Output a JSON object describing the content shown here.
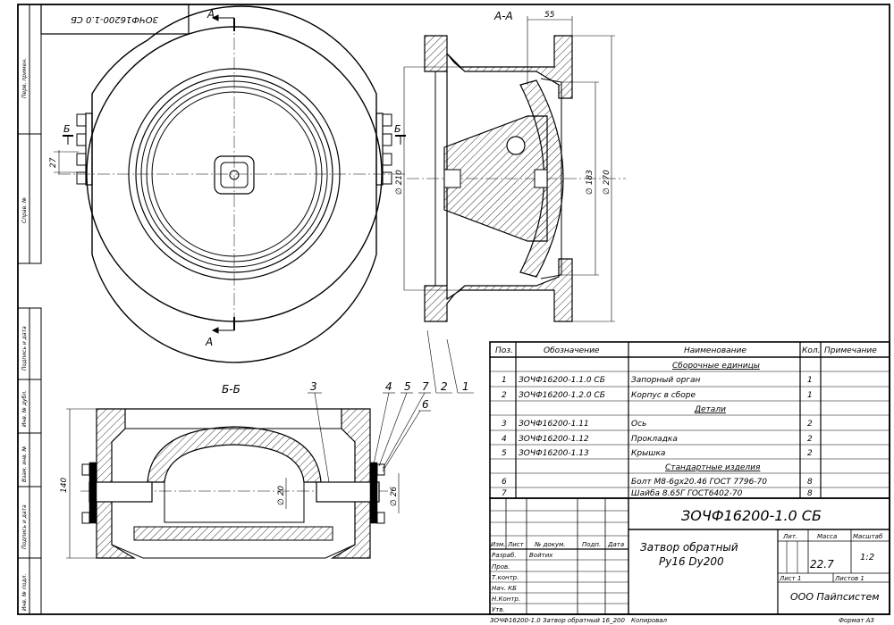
{
  "stamp_top": "ЗОЧФ16200-1.0 СБ",
  "side_labels": [
    "Перв. примен.",
    "Справ. №",
    "Подпись и дата",
    "Инв. № дубл.",
    "Взам. инв. №",
    "Подпись и дата",
    "Инв. № подл."
  ],
  "sections": {
    "a": "А",
    "aa": "А-А",
    "b": "Б",
    "bb": "Б-Б"
  },
  "dims": {
    "d55": "55",
    "d27": "27",
    "d210": "∅ 210",
    "d183": "∅ 183",
    "d270": "∅ 270",
    "d140": "140",
    "d20": "∅ 20",
    "d26": "∅ 26"
  },
  "callouts": [
    "1",
    "2",
    "3",
    "4",
    "5",
    "6",
    "7"
  ],
  "spec": {
    "headers": [
      "Поз.",
      "Обозначение",
      "Наименование",
      "Кол.",
      "Примечание"
    ],
    "groups": {
      "assemblies": "Сборочные единицы",
      "parts": "Детали",
      "standard": "Стандартные изделия"
    },
    "rows": [
      {
        "pos": "1",
        "code": "ЗОЧФ16200-1.1.0 СБ",
        "name": "Запорный орган",
        "qty": "1"
      },
      {
        "pos": "2",
        "code": "ЗОЧФ16200-1.2.0 СБ",
        "name": "Корпус в сборе",
        "qty": "1"
      },
      {
        "pos": "3",
        "code": "ЗОЧФ16200-1.11",
        "name": "Ось",
        "qty": "2"
      },
      {
        "pos": "4",
        "code": "ЗОЧФ16200-1.12",
        "name": "Прокладка",
        "qty": "2"
      },
      {
        "pos": "5",
        "code": "ЗОЧФ16200-1.13",
        "name": "Крышка",
        "qty": "2"
      },
      {
        "pos": "6",
        "code": "",
        "name": "Болт М8-6gx20.46 ГОСТ 7796-70",
        "qty": "8"
      },
      {
        "pos": "7",
        "code": "",
        "name": "Шайба 8.65Г ГОСТ6402-70",
        "qty": "8"
      }
    ]
  },
  "title_block": {
    "designation": "ЗОЧФ16200-1.0 СБ",
    "name_line1": "Затвор обратный",
    "name_line2": "Ру16 Dу200",
    "col_headers": [
      "Изм.",
      "Лист",
      "№ докум.",
      "Подп.",
      "Дата"
    ],
    "roles": [
      "Разраб.",
      "Пров.",
      "Т.контр.",
      "Нач. КБ",
      "Н.Контр.",
      "Утв."
    ],
    "developer": "Войтих",
    "lit": "Лит.",
    "mass_label": "Масса",
    "scale_label": "Масштаб",
    "mass": "22.7",
    "scale": "1:2",
    "sheet": "Лист 1",
    "sheets": "Листов 1",
    "company": "ООО Пайпсистем"
  },
  "footer": {
    "file": "ЗОЧФ16200-1.0 Затвор обратный 16_200",
    "copied": "Копировал",
    "format": "Формат А3"
  }
}
